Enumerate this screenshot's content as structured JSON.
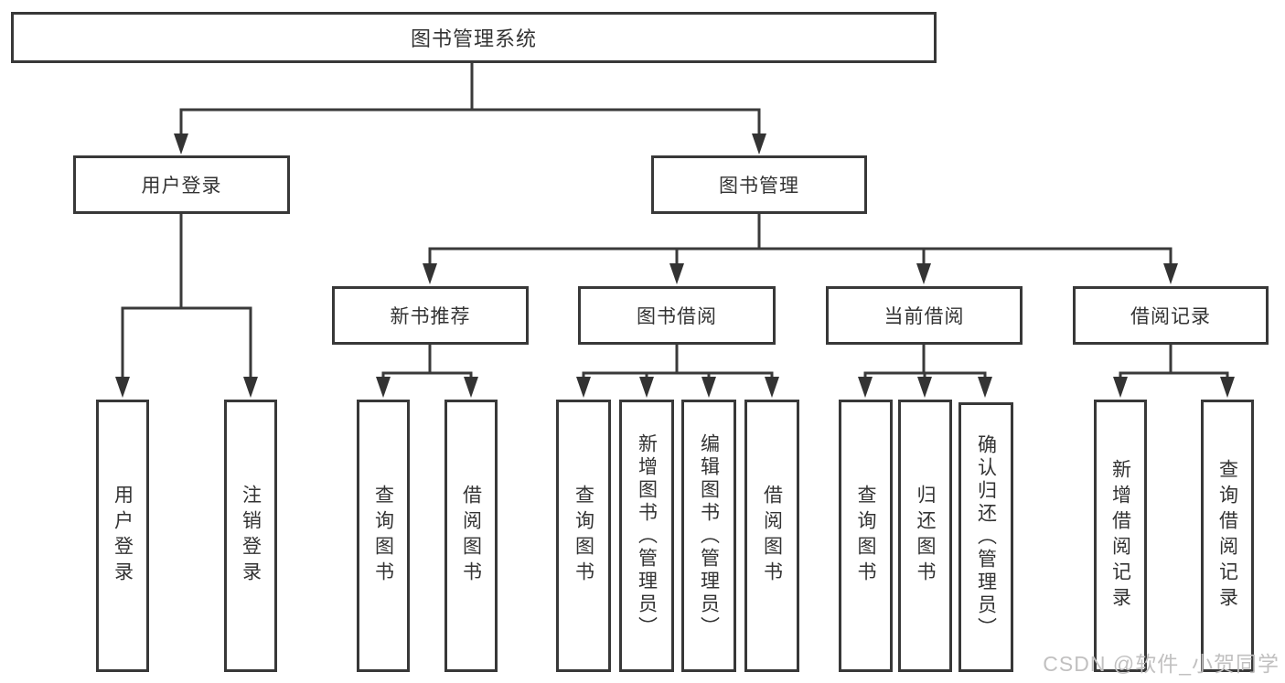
{
  "diagram_type": "functional-structure-tree",
  "colors": {
    "line": "#3a3a3a",
    "box_border": "#383838",
    "box_background": "#ffffff",
    "text": "#333333",
    "watermark_text": "#c1c0c0"
  },
  "tree": {
    "root": "图书管理系统",
    "level2": [
      "用户登录",
      "图书管理"
    ],
    "level3": [
      "新书推荐",
      "图书借阅",
      "当前借阅",
      "借阅记录"
    ],
    "groups": [
      [
        "用户登录",
        "注销登录"
      ],
      [
        "查询图书",
        "借阅图书"
      ],
      [
        "查询图书",
        "新增图书（管理员）",
        "编辑图书（管理员）",
        "借阅图书"
      ],
      [
        "查询图书",
        "归还图书",
        "确认归还（管理员）"
      ],
      [
        "新增借阅记录",
        "查询借阅记录"
      ]
    ]
  },
  "watermark": "CSDN @软件_小贺同学"
}
